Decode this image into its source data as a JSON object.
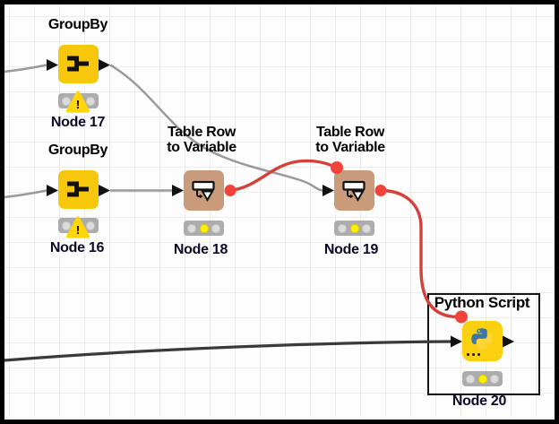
{
  "nodes": [
    {
      "title": "GroupBy",
      "label": "Node 17",
      "status": "warning",
      "type": "GroupBy"
    },
    {
      "title": "GroupBy",
      "label": "Node 16",
      "status": "warning",
      "type": "GroupBy"
    },
    {
      "title_line1": "Table Row",
      "title_line2": "to Variable",
      "label": "Node 18",
      "status": "configured",
      "type": "Table Row to Variable"
    },
    {
      "title_line1": "Table Row",
      "title_line2": "to Variable",
      "label": "Node 19",
      "status": "configured",
      "type": "Table Row to Variable"
    },
    {
      "title": "Python Script",
      "label": "Node 20",
      "status": "configured",
      "selected": true,
      "type": "Python Script"
    }
  ],
  "warning_mark": "!",
  "connections": [
    {
      "from": "off-canvas-left",
      "to": "Node 17",
      "port": "data"
    },
    {
      "from": "off-canvas-left",
      "to": "Node 16",
      "port": "data"
    },
    {
      "from": "Node 16",
      "to": "Node 18",
      "port": "data"
    },
    {
      "from": "Node 17",
      "to": "Node 19",
      "port": "data"
    },
    {
      "from": "Node 18",
      "to": "Node 19",
      "port": "flow-variable"
    },
    {
      "from": "Node 19",
      "to": "Node 20",
      "port": "flow-variable"
    },
    {
      "from": "off-canvas-left",
      "to": "Node 20",
      "port": "data"
    }
  ],
  "colors": {
    "node_yellow": "#f6c70b",
    "node_tan": "#c99b7a",
    "python_node_yellow": "#fad00f",
    "traffic_bar_gray": "#acacac",
    "lamp_off": "#dcdcdc",
    "lamp_yellow": "#ffef00",
    "warning_yellow": "#ffd60a",
    "wire_gray": "#999999",
    "wire_dark": "#3a3a3a",
    "wire_red": "#d4403a",
    "port_red": "#f2433a",
    "python_logo_blue": "#3b77a8",
    "python_logo_yellow": "#ffd43b",
    "selection_border": "#141414",
    "frame_border": "#000000"
  }
}
